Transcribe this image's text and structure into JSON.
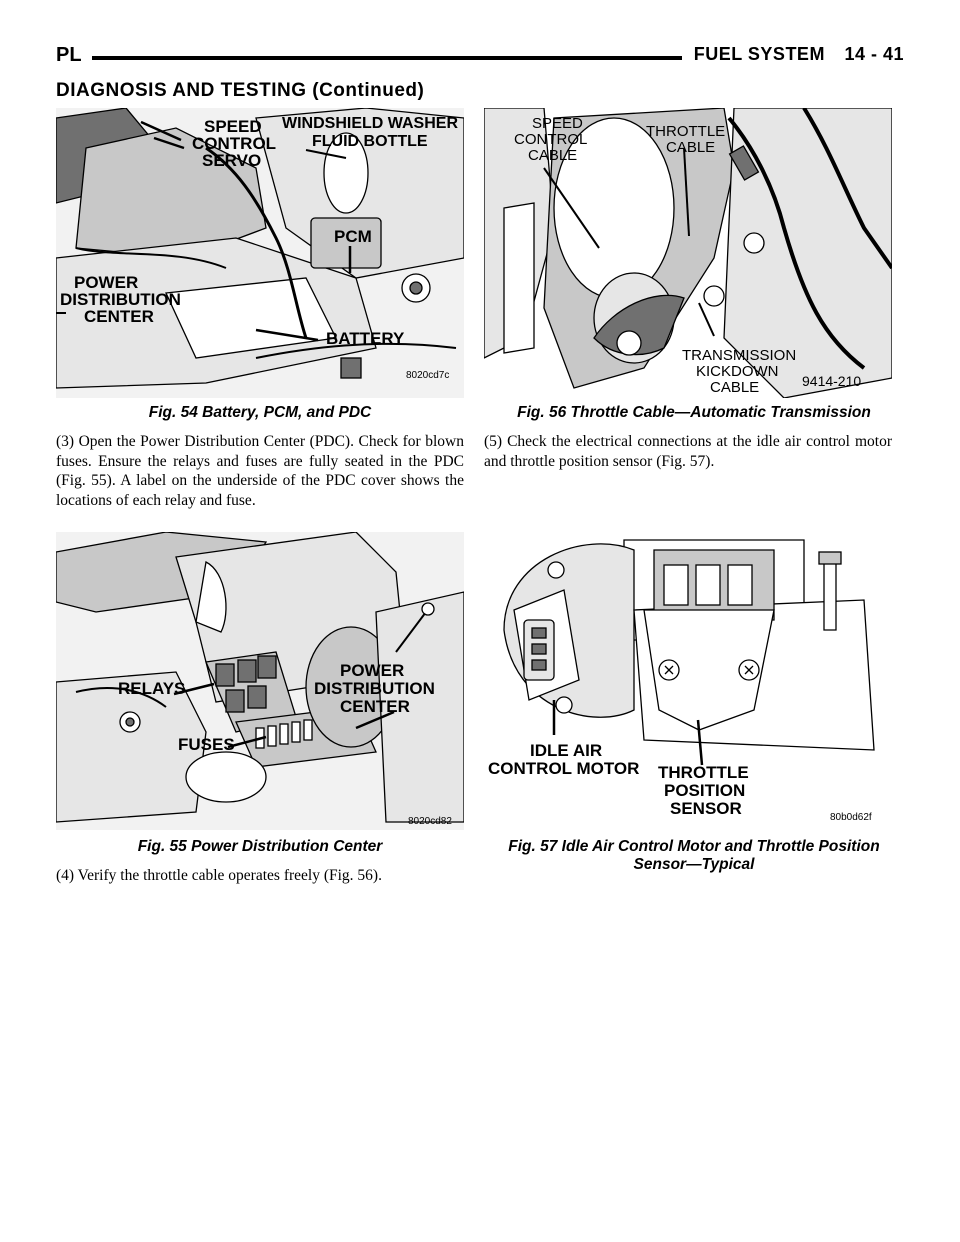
{
  "header": {
    "left": "PL",
    "section": "FUEL SYSTEM",
    "page": "14 - 41"
  },
  "section_heading": "DIAGNOSIS AND TESTING (Continued)",
  "figures": {
    "fig54": {
      "caption": "Fig. 54 Battery, PCM, and PDC",
      "code": "8020cd7c",
      "labels": {
        "speed_control_servo": [
          "SPEED",
          "CONTROL",
          "SERVO"
        ],
        "washer_bottle": [
          "WINDSHIELD WASHER",
          "FLUID BOTTLE"
        ],
        "pcm": "PCM",
        "pdc": [
          "POWER",
          "DISTRIBUTION",
          "CENTER"
        ],
        "battery": "BATTERY"
      }
    },
    "fig55": {
      "caption": "Fig. 55 Power Distribution Center",
      "code": "8020cd82",
      "labels": {
        "relays": "RELAYS",
        "fuses": "FUSES",
        "pdc": [
          "POWER",
          "DISTRIBUTION",
          "CENTER"
        ]
      }
    },
    "fig56": {
      "caption": "Fig. 56 Throttle Cable—Automatic Transmission",
      "code": "9414-210",
      "labels": {
        "speed_control_cable": [
          "SPEED",
          "CONTROL",
          "CABLE"
        ],
        "throttle_cable": [
          "THROTTLE",
          "CABLE"
        ],
        "kickdown_cable": [
          "TRANSMISSION",
          "KICKDOWN",
          "CABLE"
        ]
      }
    },
    "fig57": {
      "caption_line1": "Fig. 57 Idle Air Control Motor and Throttle Position",
      "caption_line2": "Sensor—Typical",
      "code": "80b0d62f",
      "labels": {
        "iac": [
          "IDLE AIR",
          "CONTROL MOTOR"
        ],
        "tps": [
          "THROTTLE",
          "POSITION",
          "SENSOR"
        ]
      }
    }
  },
  "paragraphs": {
    "step3": "(3) Open the Power Distribution Center (PDC). Check for blown fuses. Ensure the relays and fuses are fully seated in the PDC (Fig. 55). A label on the underside of the PDC cover shows the locations of each relay and fuse.",
    "step4": "(4) Verify the throttle cable operates freely (Fig. 56).",
    "step5": "(5) Check the electrical connections at the idle air control motor and throttle position sensor (Fig. 57)."
  }
}
